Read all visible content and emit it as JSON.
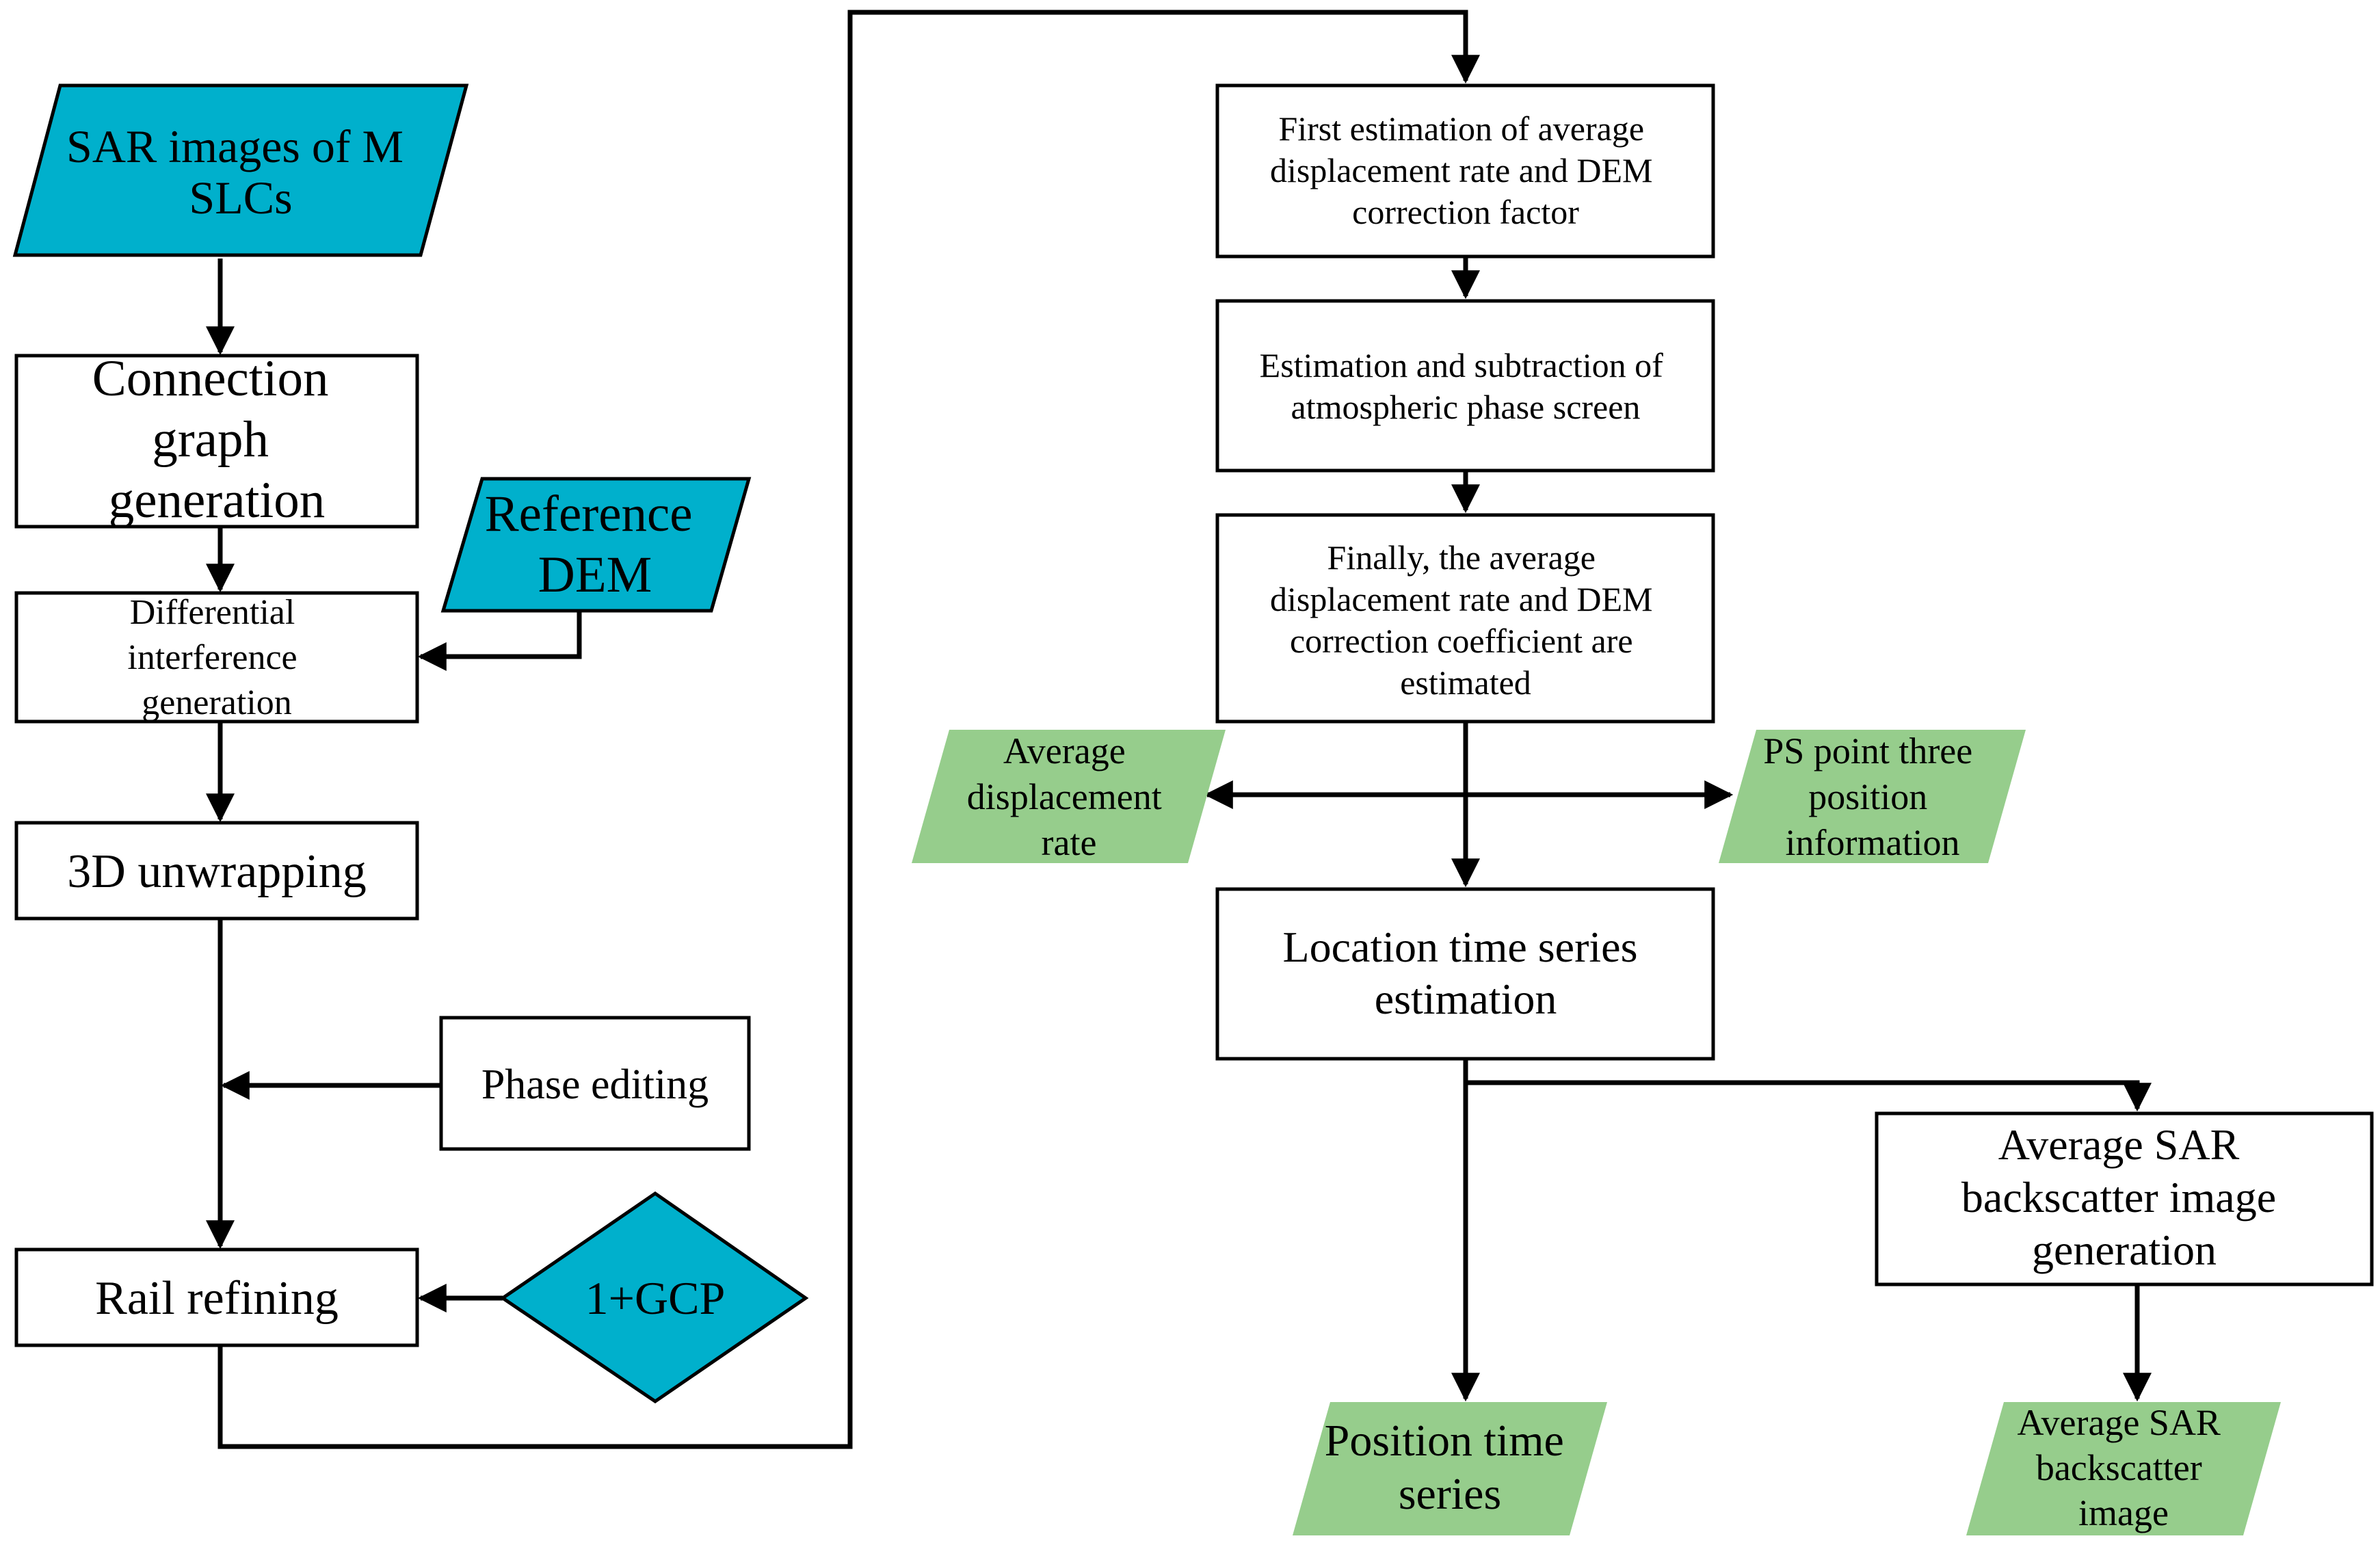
{
  "colors": {
    "input_blue": "#00B0CC",
    "output_green": "#96CD8C",
    "stroke": "#000000",
    "box_fill": "#FFFFFF"
  },
  "nodes": {
    "sar_images": [
      "SAR images of M",
      "SLCs"
    ],
    "connection_graph": [
      "Connection",
      "graph",
      "generation"
    ],
    "reference_dem": [
      "Reference",
      "DEM"
    ],
    "differential_interference": [
      "Differential",
      "interference",
      "generation"
    ],
    "unwrapping_3d": [
      "3D unwrapping"
    ],
    "phase_editing": [
      "Phase editing"
    ],
    "rail_refining": [
      "Rail refining"
    ],
    "gcp": [
      "1+GCP"
    ],
    "first_estimation": [
      "First estimation of average",
      "displacement rate and DEM",
      "correction factor"
    ],
    "atmospheric_phase": [
      "Estimation and subtraction of",
      "atmospheric phase screen"
    ],
    "final_estimation": [
      "Finally, the average",
      "displacement rate and DEM",
      "correction coefficient are",
      "estimated"
    ],
    "avg_displacement_rate": [
      "Average",
      "displacement",
      "rate"
    ],
    "ps_point_info": [
      "PS point three",
      "position",
      "information"
    ],
    "location_time_series": [
      "Location time series",
      "estimation"
    ],
    "avg_sar_backscatter_gen": [
      "Average SAR",
      "backscatter image",
      "generation"
    ],
    "position_time_series": [
      "Position time",
      "series"
    ],
    "avg_sar_backscatter_image": [
      "Average SAR",
      "backscatter",
      "image"
    ]
  }
}
